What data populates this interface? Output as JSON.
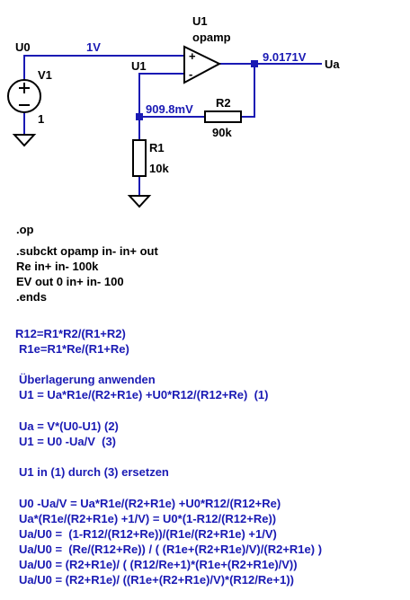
{
  "schematic": {
    "opamp_ref": "U1",
    "opamp_model": "opamp",
    "node_in_label": "U0",
    "node_in_voltage": "1V",
    "node_minus_label": "U1",
    "node_out_voltage": "9.0171V",
    "node_out_label": "Ua",
    "node_fb_voltage": "909.8mV",
    "v1_ref": "V1",
    "v1_value": "1",
    "r2_ref": "R2",
    "r2_value": "90k",
    "r1_ref": "R1",
    "r1_value": "10k",
    "plus_sign": "+",
    "minus_sign": "-",
    "colors": {
      "wire": "#1a1ab4",
      "component": "#000000",
      "text_blue": "#1a1ab4"
    }
  },
  "netlist": [
    ".op",
    ".subckt opamp in- in+ out",
    "Re in+ in- 100k",
    "EV out 0 in+ in- 100",
    ".ends"
  ],
  "notes": [
    "R12=R1*R2/(R1+R2)",
    "R1e=R1*Re/(R1+Re)",
    "Überlagerung anwenden",
    "U1 = Ua*R1e/(R2+R1e) +U0*R12/(R12+Re)  (1)",
    "Ua = V*(U0-U1) (2)",
    "U1 = U0 -Ua/V  (3)",
    "U1 in (1) durch (3) ersetzen",
    "U0 -Ua/V = Ua*R1e/(R2+R1e) +U0*R12/(R12+Re)",
    "Ua*(R1e/(R2+R1e) +1/V) = U0*(1-R12/(R12+Re))",
    "Ua/U0 =  (1-R12/(R12+Re))/(R1e/(R2+R1e) +1/V)",
    "Ua/U0 =  (Re/(R12+Re)) / ( (R1e+(R2+R1e)/V)/(R2+R1e) )",
    "Ua/U0 = (R2+R1e)/ ( (R12/Re+1)*(R1e+(R2+R1e)/V))",
    "Ua/U0 = (R2+R1e)/ ((R1e+(R2+R1e)/V)*(R12/Re+1))"
  ]
}
